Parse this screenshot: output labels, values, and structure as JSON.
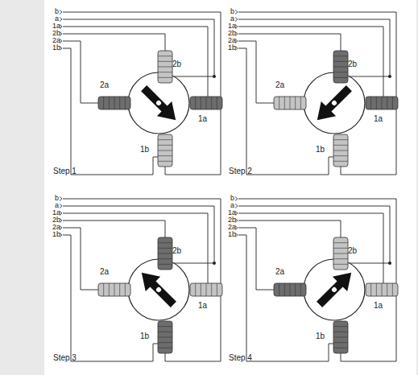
{
  "diagram": {
    "labels": [
      "b",
      "a",
      "1a",
      "2b",
      "2a",
      "1b",
      "2b",
      "2a",
      "1a",
      "1b",
      "Step 1",
      "b",
      "a",
      "1a",
      "2b",
      "2a",
      "1b",
      "2b",
      "2a",
      "1a",
      "1b",
      "Step 2",
      "b",
      "a",
      "1a",
      "2b",
      "2a",
      "1b",
      "2b",
      "2a",
      "1a",
      "1b",
      "Step 3",
      "b",
      "a",
      "1a",
      "2b",
      "2a",
      "1b",
      "2b",
      "2a",
      "1a",
      "1b",
      "Step 4"
    ]
  }
}
